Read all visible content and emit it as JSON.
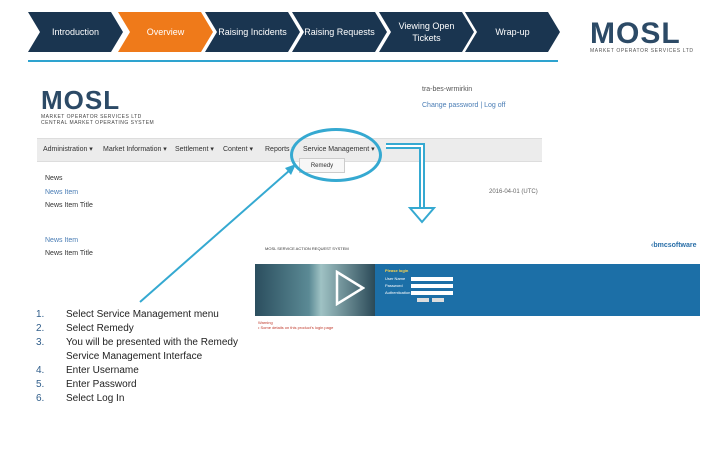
{
  "nav": [
    {
      "label": "Introduction",
      "color": "#1a3550"
    },
    {
      "label": "Overview",
      "color": "#ef7a1a"
    },
    {
      "label": "Raising Incidents",
      "color": "#1a3550"
    },
    {
      "label": "Raising Requests",
      "color": "#1a3550"
    },
    {
      "label": "Viewing Open Tickets",
      "color": "#1a3550"
    },
    {
      "label": "Wrap-up",
      "color": "#1a3550"
    }
  ],
  "logo": {
    "word": "MOSL",
    "sub": "MARKET OPERATOR SERVICES LTD"
  },
  "portal": {
    "logo_word": "MOSL",
    "logo_sub": "MARKET OPERATOR SERVICES LTD",
    "logo_sub2": "CENTRAL MARKET OPERATING SYSTEM",
    "user": "tra-bes-wrmirkin",
    "links": "Change password | Log off",
    "menu": [
      "Administration ▾",
      "Market Information ▾",
      "Settlement ▾",
      "Content ▾",
      "Reports ▾",
      "Service Management ▾"
    ],
    "dropdown_item": "Remedy",
    "news_heading": "News",
    "news_item1": "News Item",
    "news_item1_title": "News Item Title",
    "news_item1_date": "2016-04-01 (UTC)",
    "news_item2": "News Item",
    "news_item2_title": "News Item Title"
  },
  "login": {
    "header": "MOSL SERVICE ACTION REQUEST SYSTEM",
    "brand": "‹bmcsoftware",
    "title": "Please login",
    "username_label": "User Name",
    "password_label": "Password",
    "auth_label": "Authentication",
    "warning_title": "Warning",
    "warning_text": "• Some details on this product's login page"
  },
  "steps": [
    {
      "num": "1.",
      "text": "Select Service Management menu"
    },
    {
      "num": "2.",
      "text": "Select  Remedy"
    },
    {
      "num": "3.",
      "text": "You will be presented with the Remedy Service Management Interface"
    },
    {
      "num": "4.",
      "text": "Enter Username"
    },
    {
      "num": "5.",
      "text": "Enter Password"
    },
    {
      "num": "6.",
      "text": "Select Log In"
    }
  ],
  "accent_color": "#2ea3cf"
}
